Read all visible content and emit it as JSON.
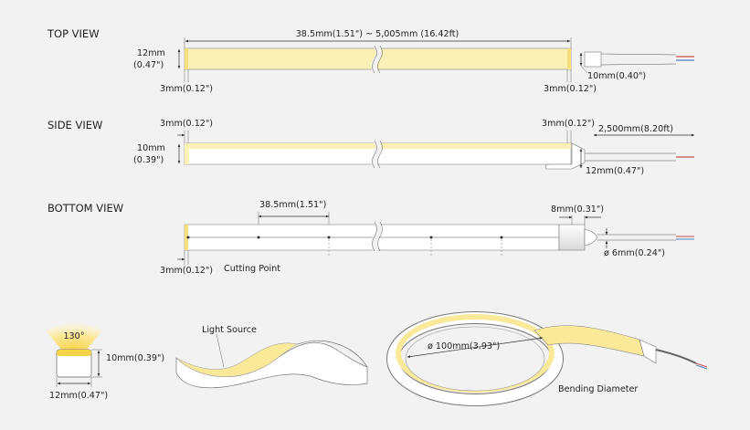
{
  "top_view": {
    "title": "TOP VIEW",
    "length": "38.5mm(1.51\") ~ 5,005mm (16.42ft)",
    "width_mm": "12mm",
    "width_in": "(0.47\")",
    "end_left": "3mm(0.12\")",
    "end_right": "3mm(0.12\")",
    "cap": "10mm(0.40\")"
  },
  "side_view": {
    "title": "SIDE VIEW",
    "end_left": "3mm(0.12\")",
    "end_right": "3mm(0.12\")",
    "cable": "2,500mm(8.20ft)",
    "height_mm": "10mm",
    "height_in": "(0.39\")",
    "cap_height": "12mm(0.47\")"
  },
  "bottom_view": {
    "title": "BOTTOM VIEW",
    "pitch": "38.5mm(1.51\")",
    "cap": "8mm(0.31\")",
    "end_left": "3mm(0.12\")",
    "cutting_point": "Cutting Point",
    "cable_dia": "ø 6mm(0.24\")"
  },
  "cross_section": {
    "angle": "130°",
    "height": "10mm(0.39\")",
    "width": "12mm(0.47\")"
  },
  "twist": {
    "label": "Light Source"
  },
  "bending": {
    "diameter": "ø 100mm(3.93\")",
    "label": "Bending Diameter"
  },
  "colors": {
    "background": "#f2f2f2",
    "light": "#fbf0b5",
    "light_edge": "#f3df7c",
    "body": "#ffffff",
    "outline": "#777777",
    "wire_red": "#c0504d",
    "wire_blue": "#4f81bd"
  }
}
